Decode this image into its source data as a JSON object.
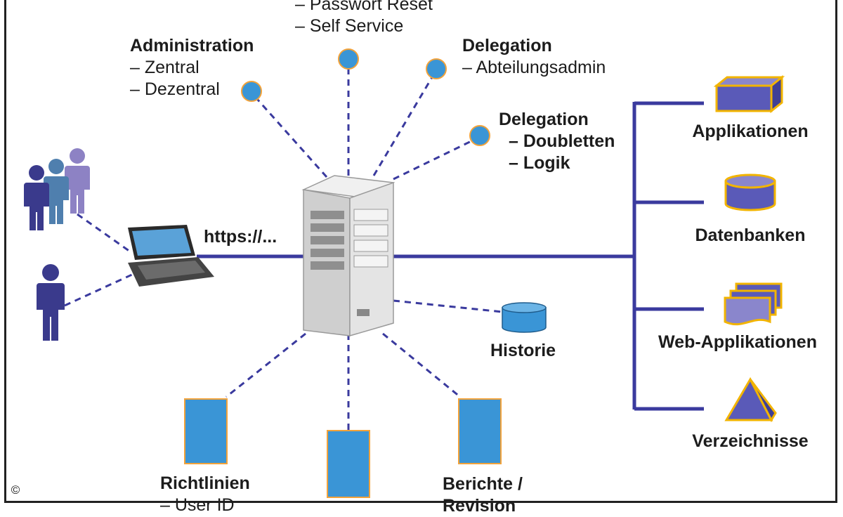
{
  "top_center": {
    "lines": [
      "– Passwort Reset",
      "– Self Service"
    ]
  },
  "administration": {
    "title": "Administration",
    "lines": [
      "– Zentral",
      "– Dezentral"
    ]
  },
  "delegation_1": {
    "title": "Delegation",
    "lines": [
      "– Abteilungsadmin"
    ]
  },
  "delegation_2": {
    "title": "Delegation",
    "lines": [
      "– Doubletten",
      "– Logik"
    ]
  },
  "connection_label": "https://...",
  "targets": {
    "applikationen": "Applikationen",
    "datenbanken": "Datenbanken",
    "web_applikationen": "Web-Applikationen",
    "verzeichnisse": "Verzeichnisse"
  },
  "historie": "Historie",
  "richtlinien": {
    "title": "Richtlinien",
    "lines": [
      "– User ID"
    ]
  },
  "berichte": {
    "title": "Berichte /",
    "lines": [
      "Revision"
    ]
  },
  "copyright": "©",
  "colors": {
    "line": "#3a3a9e",
    "node_blue": "#3a95d6",
    "node_border": "#f2a23a",
    "shape_fill": "#5a5ab8",
    "shape_outline": "#f2b400",
    "person_dark": "#3a3a8c",
    "person_mid": "#4f7fae",
    "person_light": "#8d82c4",
    "server": "#d9d9d9"
  }
}
